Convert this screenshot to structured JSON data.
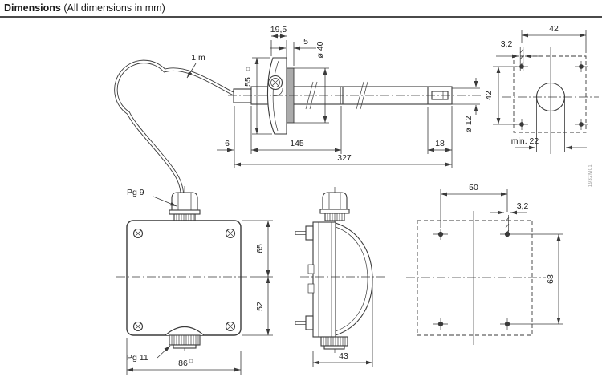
{
  "header": {
    "title_bold": "Dimensions",
    "title_note": "(All dimensions in mm)"
  },
  "probe_view": {
    "cable_length_label": "1 m",
    "dim_flange_thickness": "19,5",
    "dim_insert_depth": "5",
    "dim_collar_dia": "ø 40",
    "dim_flange_square": "55",
    "square_mark": "□",
    "dim_stub": "6",
    "dim_body": "145",
    "dim_tip": "18",
    "dim_total": "327",
    "dim_probe_dia": "ø 12"
  },
  "duct_flange_holes_view": {
    "dim_width": "42",
    "dim_hole": "3,2",
    "dim_height": "42",
    "dim_opening": "min. 22"
  },
  "housing_front_view": {
    "gland_top_label": "Pg 9",
    "dim_upper": "65",
    "dim_lower": "52",
    "gland_bottom_label": "Pg 11",
    "dim_width": "86",
    "square_mark": "□"
  },
  "housing_side_view": {
    "dim_depth": "43"
  },
  "wall_holes_view": {
    "dim_hole_spacing_h": "50",
    "dim_hole": "3,2",
    "dim_hole_spacing_v": "68"
  },
  "doc_id": "1932M01"
}
